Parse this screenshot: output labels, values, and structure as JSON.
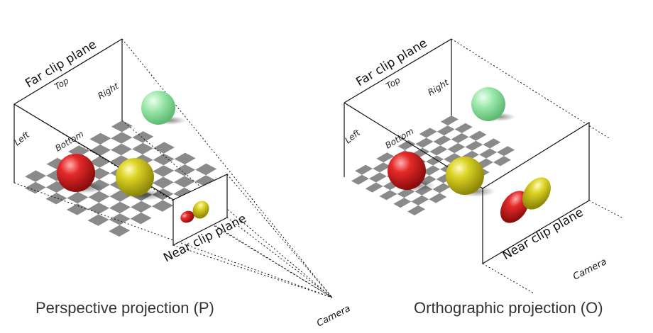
{
  "perspective": {
    "caption": "Perspective projection (P)",
    "far_clip_label": "Far clip plane",
    "near_clip_label": "Near clip plane",
    "top_label": "Top",
    "right_label": "Right",
    "left_label": "Left",
    "bottom_label": "Bottom",
    "camera_label": "Camera"
  },
  "orthographic": {
    "caption": "Orthographic projection (O)",
    "far_clip_label": "Far clip plane",
    "near_clip_label": "Near clip plane",
    "top_label": "Top",
    "right_label": "Right",
    "left_label": "Left",
    "bottom_label": "Bottom",
    "camera_label": "Camera"
  },
  "colors": {
    "red_sphere": "#d42020",
    "yellow_sphere": "#d9d020",
    "green_sphere": "#8fe0a0",
    "checker_dark": "#8a8a8a",
    "checker_light": "#ffffff"
  }
}
